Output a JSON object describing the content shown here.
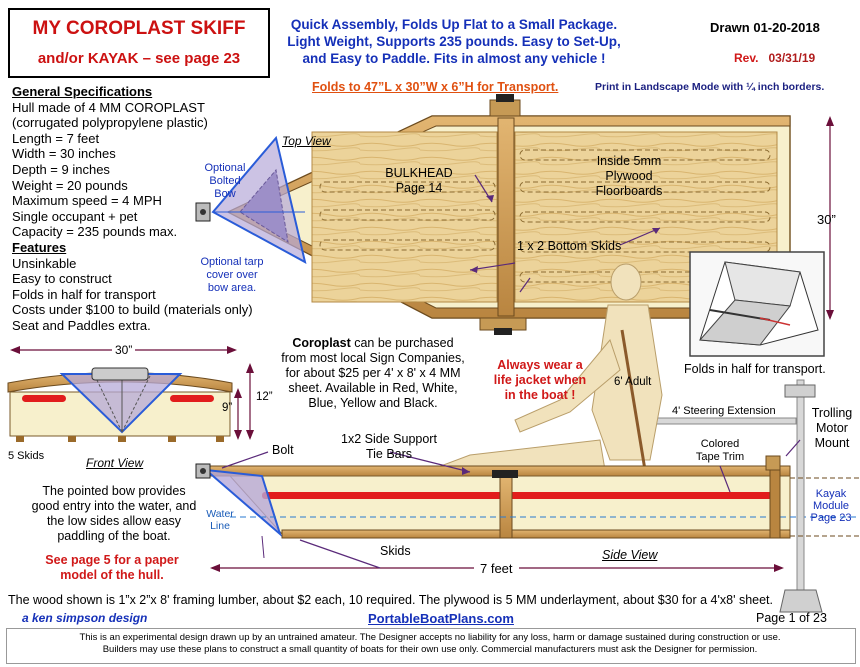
{
  "title": {
    "line1": "MY COROPLAST SKIFF",
    "line2": "and/or KAYAK – see page 23"
  },
  "header": {
    "tagline1": "Quick Assembly, Folds Up Flat to a Small Package.",
    "tagline2": "Light Weight, Supports 235 pounds. Easy to Set-Up,",
    "tagline3": "and Easy to Paddle.  Fits in almost any vehicle !",
    "drawn": "Drawn 01-20-2018",
    "rev_label": "Rev.",
    "rev_date": "03/31/19",
    "folds_note": "Folds to 47”L x 30”W x 6”H for Transport.",
    "print_note": "Print in Landscape Mode with ¼ inch borders."
  },
  "specs": {
    "heading": "General Specifications",
    "items": [
      "Hull made of 4 MM COROPLAST",
      "(corrugated polypropylene plastic)",
      "Length = 7 feet",
      "Width = 30 inches",
      "Depth = 9 inches",
      "Weight = 20 pounds",
      "Maximum speed = 4 MPH",
      "Single occupant + pet",
      "Capacity = 235 pounds max."
    ],
    "features_heading": "Features",
    "features": [
      "Unsinkable",
      "Easy to construct",
      "Folds in half for transport",
      "Costs under $100 to build (materials only)",
      "Seat and Paddles extra."
    ]
  },
  "top_view": {
    "label": "Top View",
    "optional_bow": "Optional\nBolted\nBow",
    "tarp": "Optional tarp\ncover over\nbow  area.",
    "bulkhead": "BULKHEAD\nPage 14",
    "plywood": "Inside 5mm\nPlywood\nFloorboards",
    "skids": "1 x 2 Bottom Skids",
    "width": "30”"
  },
  "photo": {
    "caption": "Folds in half for transport."
  },
  "coroplast": {
    "word": "Coroplast",
    "rest1": " can be purchased",
    "rest2": "from most local Sign Companies,",
    "rest3": "for about $25 per 4' x 8' x 4 MM",
    "rest4": "sheet. Available in Red, White,",
    "rest5": "Blue, Yellow and Black."
  },
  "lifejacket": "Always wear a\nlife jacket when\nin the boat !",
  "front_view": {
    "label": "Front View",
    "width": "30”",
    "h12": "12”",
    "h9": "9”",
    "skids": "5 Skids"
  },
  "side_view": {
    "label": "Side View",
    "bolt": "Bolt",
    "tie_bars": "1x2 Side Support\nTie Bars",
    "adult": "6' Adult",
    "steering": "4' Steering Extension",
    "trolling": "Trolling\nMotor\nMount",
    "tape": "Colored\nTape Trim",
    "kayak": "Kayak\nModule\nPage 23",
    "water": "Water\nLine",
    "skids": "Skids",
    "length": "7 feet"
  },
  "bow_note": "The pointed bow provides\ngood entry into the water, and\nthe low sides allow easy\npaddling of the boat.",
  "paper_model": "See page 5 for a paper\nmodel of the hull.",
  "wood_note": "The wood shown is 1”x 2”x 8' framing  lumber, about $2 each, 10 required. The plywood is 5 MM underlayment, about $30 for a 4'x8' sheet.",
  "designer": "a ken simpson design",
  "website": "PortableBoatPlans.com",
  "page": "Page 1 of  23",
  "disclaimer1": "This is an experimental design drawn up by an untrained amateur.  The Designer accepts no liability for any loss, harm or damage sustained during construction or use.",
  "disclaimer2": "Builders may use these plans to construct a small quantity of boats for their own use only.  Commercial manufacturers must ask the Designer for permission.",
  "colors": {
    "title_red": "#cc1111",
    "heading_blue": "#1530b8",
    "wood": "#d4a25a",
    "hull_fill": "#f6efc9"
  }
}
